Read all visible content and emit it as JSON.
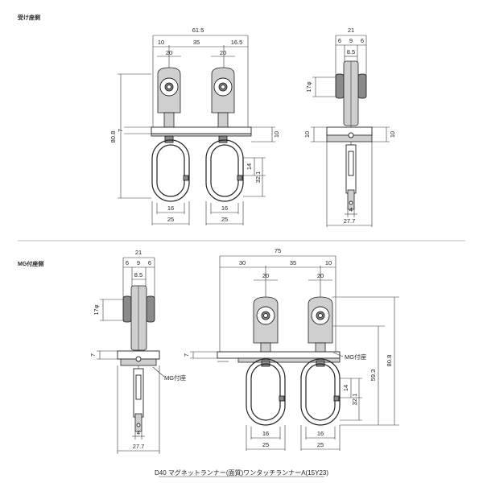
{
  "sections": {
    "top_label": "受け座側",
    "bottom_label": "MG付座側"
  },
  "top_front": {
    "overall_width": "61.5",
    "seg_left": "10",
    "seg_mid": "35",
    "seg_right": "16.5",
    "roller_width_left": "20",
    "roller_width_right": "20",
    "height_total": "80.8",
    "plate_thickness_left": "7",
    "plate_thickness_right": "10",
    "ring_gap": "14",
    "ring_height": "32.1",
    "ring_width_left": "16",
    "ring_width_right": "16",
    "outer_width_left": "25",
    "outer_width_right": "25"
  },
  "top_side": {
    "overall_width": "21",
    "seg_a": "6",
    "seg_b": "9",
    "seg_c": "6",
    "roller_dim": "8.5",
    "wheel_dia": "17φ",
    "plate_thickness_left": "10",
    "plate_thickness_right": "10",
    "pin_dim": "4",
    "base_width": "27.7"
  },
  "bottom_side": {
    "overall_width": "21",
    "seg_a": "6",
    "seg_b": "9",
    "seg_c": "6",
    "roller_dim": "8.5",
    "wheel_dia": "17φ",
    "plate_thickness": "7",
    "mg_label": "MG付座",
    "pin_dim": "4",
    "base_width": "27.7"
  },
  "bottom_front": {
    "overall_width": "75",
    "seg_left": "30",
    "seg_mid": "35",
    "seg_right": "10",
    "roller_width_left": "20",
    "roller_width_right": "20",
    "plate_thickness": "7",
    "mg_label": "MG付座",
    "height_total": "80.8",
    "height_inner": "59.3",
    "ring_gap": "14",
    "ring_height": "32.1",
    "ring_width_left": "16",
    "ring_width_right": "16",
    "outer_width_left": "25",
    "outer_width_right": "25"
  },
  "caption": "D40 マグネットランナー(面質)ワンタッチランナーA(15Y23)"
}
